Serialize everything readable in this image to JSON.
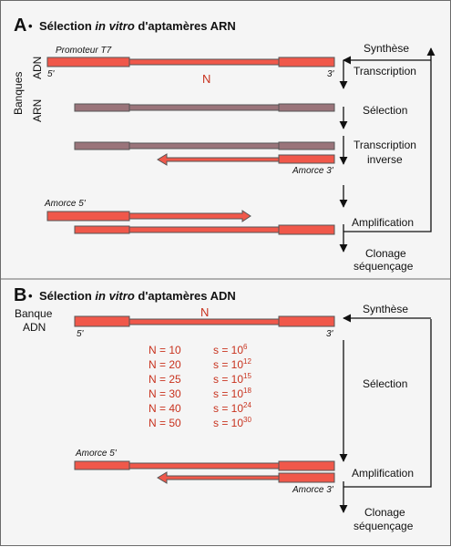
{
  "colors": {
    "strand": "#f0584a",
    "strand_dark": "#555555",
    "rna_strand": "#9a747a",
    "text_red": "#c8321e",
    "line": "#111111",
    "background": "#f5f5f5",
    "border": "#6b6b6b"
  },
  "sectionA": {
    "letter": "A",
    "bullet": "•",
    "title_prefix": "Sélection",
    "title_italic": "in vitro",
    "title_suffix": "d'aptamères ARN",
    "promoter_label": "Promoteur T7",
    "n_label": "N",
    "five_prime": "5'",
    "three_prime": "3'",
    "side_label_banques": "Banques",
    "side_label_adn": "ADN",
    "side_label_arn": "ARN",
    "amorce5_label": "Amorce 5'",
    "amorce3_label": "Amorce 3'",
    "steps": {
      "synthese": "Synthèse",
      "transcription": "Transcription",
      "selection": "Sélection",
      "transcription_inverse_1": "Transcription",
      "transcription_inverse_2": "inverse",
      "amplification": "Amplification",
      "clonage": "Clonage",
      "sequencage": "séquençage"
    }
  },
  "sectionB": {
    "letter": "B",
    "bullet": "•",
    "title_prefix": "Sélection",
    "title_italic": "in vitro",
    "title_suffix": "d'aptamères ADN",
    "banque_label_1": "Banque",
    "banque_label_2": "ADN",
    "n_label": "N",
    "five_prime": "5'",
    "three_prime": "3'",
    "amorce5_label": "Amorce 5'",
    "amorce3_label": "Amorce 3'",
    "table": [
      {
        "n": "N = 10",
        "s_base": "s = 10",
        "s_exp": "6"
      },
      {
        "n": "N = 20",
        "s_base": "s = 10",
        "s_exp": "12"
      },
      {
        "n": "N = 25",
        "s_base": "s = 10",
        "s_exp": "15"
      },
      {
        "n": "N = 30",
        "s_base": "s = 10",
        "s_exp": "18"
      },
      {
        "n": "N = 40",
        "s_base": "s = 10",
        "s_exp": "24"
      },
      {
        "n": "N = 50",
        "s_base": "s = 10",
        "s_exp": "30"
      }
    ],
    "steps": {
      "synthese": "Synthèse",
      "selection": "Sélection",
      "amplification": "Amplification",
      "clonage": "Clonage",
      "sequencage": "séquençage"
    }
  }
}
